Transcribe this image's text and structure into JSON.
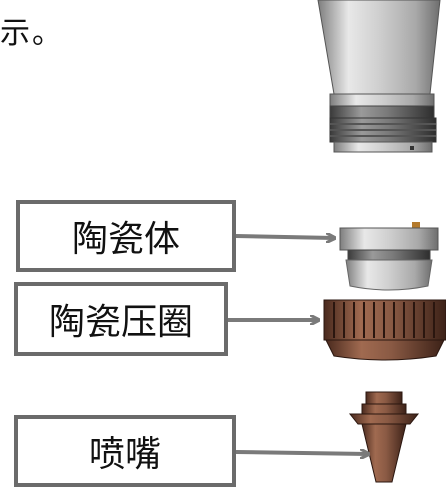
{
  "intro_text": "示。",
  "labels": {
    "ceramic_body": "陶瓷体",
    "ceramic_ring": "陶瓷压圈",
    "nozzle": "喷嘴"
  },
  "colors": {
    "arrow": "#7a7a7a",
    "box_border": "#6b6b6b",
    "metal_light": "#d9d9d9",
    "metal_dark": "#7e7e7e",
    "copper": "#8a5a44",
    "copper_dark": "#4a2a1e"
  }
}
